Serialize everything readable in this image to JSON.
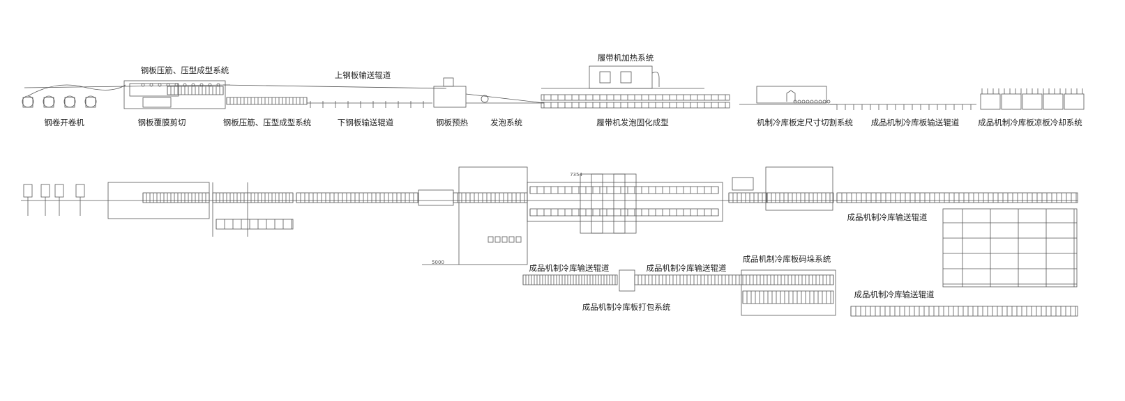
{
  "elevation_view": {
    "top_labels": {
      "pressing_upper": "钢板压筋、压型成型系统",
      "upper_conveyor": "上钢板输送辊道",
      "crawler_heating": "履带机加热系统"
    },
    "bottom_labels": {
      "decoiler": "钢卷开卷机",
      "film_shear": "钢板覆膜剪切",
      "pressing_lower": "钢板压筋、压型成型系统",
      "lower_conveyor": "下钢板输送辊道",
      "preheat": "钢板预热",
      "foaming": "发泡系统",
      "crawler_curing": "履带机发泡固化成型",
      "cutting": "机制冷库板定尺寸切割系统",
      "product_conveyor": "成品机制冷库板输送辊道",
      "cooling": "成品机制冷库板凉板冷却系统"
    }
  },
  "plan_view": {
    "labels": {
      "conveyor_right": "成品机制冷库输送辊道",
      "conveyor_lower_left": "成品机制冷库输送辊道",
      "conveyor_lower_mid": "成品机制冷库输送辊道",
      "stacking": "成品机制冷库板码垛系统",
      "packing": "成品机制冷库板打包系统",
      "conveyor_lower_right": "成品机制冷库输送辊道"
    },
    "dimensions": {
      "d1": "5000",
      "d2": "7354"
    }
  },
  "colors": {
    "line": "#555555",
    "text": "#222222"
  }
}
